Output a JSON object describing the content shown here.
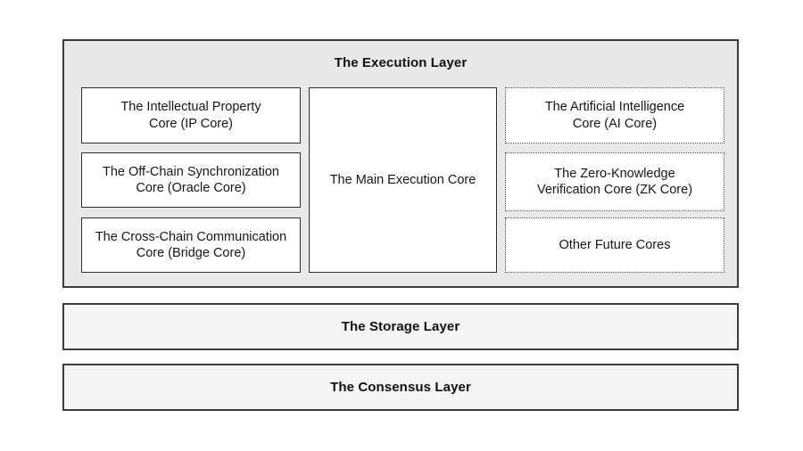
{
  "palette": {
    "page_bg": "#ffffff",
    "execution_layer_bg": "#e9e9e9",
    "layer_bar_bg": "#f5f5f5",
    "core_box_bg": "#ffffff",
    "border_color": "#3d3d3d",
    "text_color": "#111111"
  },
  "diagram": {
    "execution_layer": {
      "title": "The Execution Layer",
      "left_cores": [
        {
          "label": "The Intellectual Property\nCore (IP Core)",
          "border_style": "solid"
        },
        {
          "label": "The Off-Chain Synchronization\nCore (Oracle Core)",
          "border_style": "solid"
        },
        {
          "label": "The Cross-Chain Communication\nCore (Bridge Core)",
          "border_style": "solid"
        }
      ],
      "center_core": {
        "label": "The Main Execution Core",
        "border_style": "solid"
      },
      "right_cores": [
        {
          "label": "The Artificial Intelligence\nCore (AI Core)",
          "border_style": "dotted"
        },
        {
          "label": "The Zero-Knowledge\nVerification Core (ZK Core)",
          "border_style": "dotted"
        },
        {
          "label": "Other Future Cores",
          "border_style": "dotted"
        }
      ]
    },
    "storage_layer": {
      "title": "The Storage Layer"
    },
    "consensus_layer": {
      "title": "The Consensus Layer"
    }
  }
}
